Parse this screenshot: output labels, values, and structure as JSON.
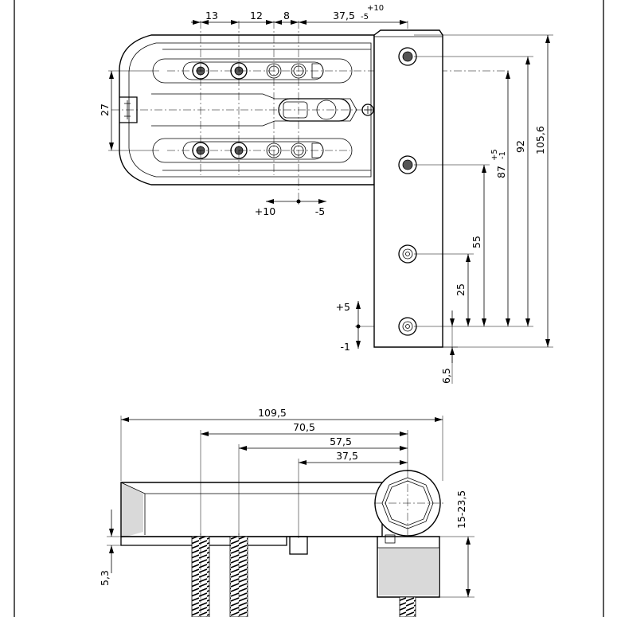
{
  "top_view": {
    "dims": {
      "d13": "13",
      "d12": "12",
      "d8": "8",
      "d37": "37,5",
      "tol_plus10": "+10",
      "tol_minus5": "-5",
      "d27": "27",
      "adj_plus10": "+10",
      "adj_minus5": "-5",
      "d105": "105,6",
      "d92": "92",
      "d87": "87",
      "tol87_plus": "+5",
      "tol87_minus": "-1",
      "d55": "55",
      "d25": "25",
      "d6_5": "6,5",
      "v_plus5": "+5",
      "v_minus1": "-1"
    }
  },
  "side_view": {
    "dims": {
      "d109": "109,5",
      "d70": "70,5",
      "d57": "57,5",
      "d37": "37,5",
      "d15_23": "15-23,5",
      "d5_3": "5,3"
    }
  },
  "colors": {
    "line": "#000000",
    "background": "#ffffff",
    "shade": "#d9d9d9"
  }
}
